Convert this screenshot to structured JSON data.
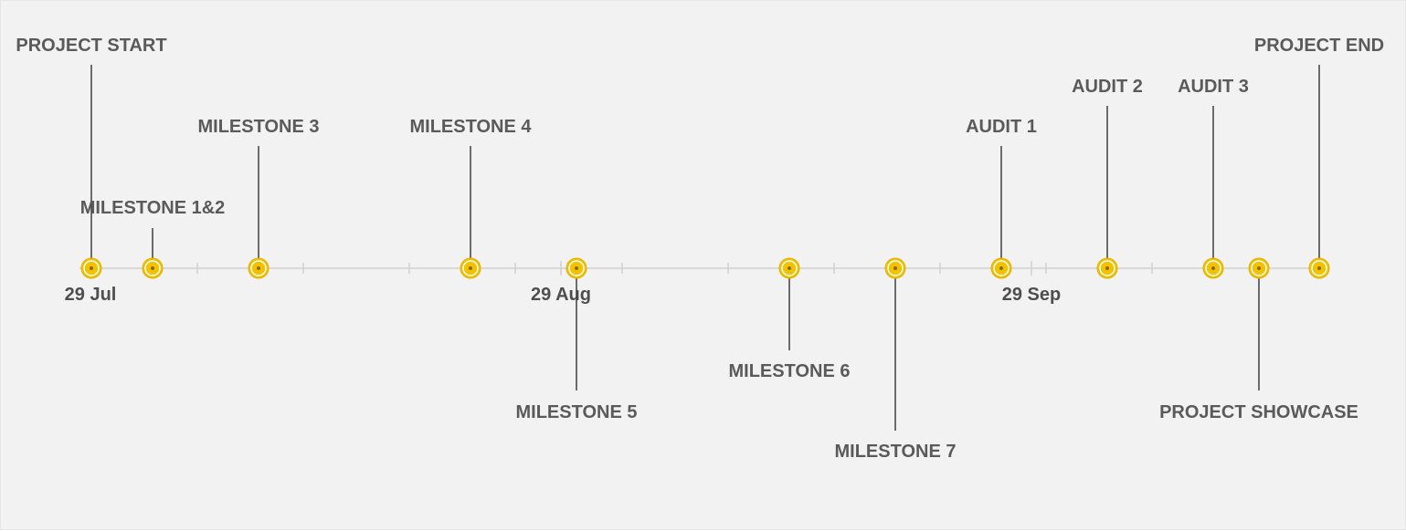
{
  "timeline": {
    "date_labels": [
      "29 Jul",
      "29 Aug",
      "29 Sep"
    ],
    "colors": {
      "background": "#f2f2f2",
      "axis": "#d9d9d9",
      "marker_fill": "#f2c100",
      "marker_ring": "#e0b000",
      "marker_center": "#8a6a00",
      "leader": "#3f3f3f",
      "text": "#5a5a5a"
    },
    "events": [
      {
        "label": "PROJECT START",
        "side": "above"
      },
      {
        "label": "MILESTONE 1&2",
        "side": "above"
      },
      {
        "label": "MILESTONE 3",
        "side": "above"
      },
      {
        "label": "MILESTONE 4",
        "side": "above"
      },
      {
        "label": "MILESTONE 5",
        "side": "below"
      },
      {
        "label": "MILESTONE 6",
        "side": "below"
      },
      {
        "label": "MILESTONE 7",
        "side": "below"
      },
      {
        "label": "AUDIT 1",
        "side": "above"
      },
      {
        "label": "AUDIT 2",
        "side": "above"
      },
      {
        "label": "AUDIT 3",
        "side": "above"
      },
      {
        "label": "PROJECT SHOWCASE",
        "side": "below"
      },
      {
        "label": "PROJECT END",
        "side": "above"
      }
    ]
  }
}
